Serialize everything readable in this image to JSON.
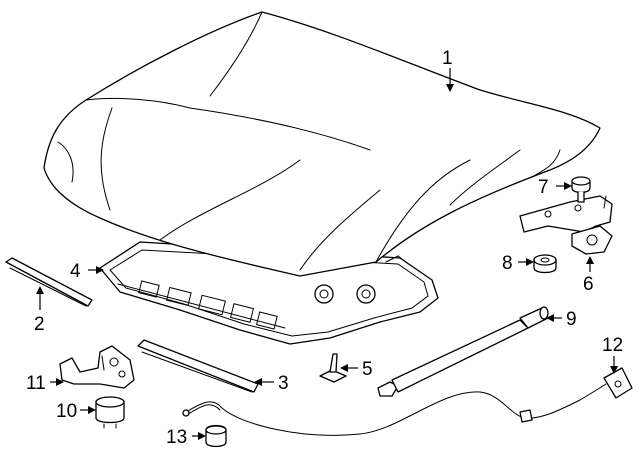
{
  "diagram": {
    "title": "",
    "callouts": [
      {
        "id": "1",
        "label": "1"
      },
      {
        "id": "2",
        "label": "2"
      },
      {
        "id": "3",
        "label": "3"
      },
      {
        "id": "4",
        "label": "4"
      },
      {
        "id": "5",
        "label": "5"
      },
      {
        "id": "6",
        "label": "6"
      },
      {
        "id": "7",
        "label": "7"
      },
      {
        "id": "8",
        "label": "8"
      },
      {
        "id": "9",
        "label": "9"
      },
      {
        "id": "10",
        "label": "10"
      },
      {
        "id": "11",
        "label": "11"
      },
      {
        "id": "12",
        "label": "12"
      },
      {
        "id": "13",
        "label": "13"
      }
    ],
    "colors": {
      "line": "#000000",
      "background": "#ffffff"
    }
  }
}
